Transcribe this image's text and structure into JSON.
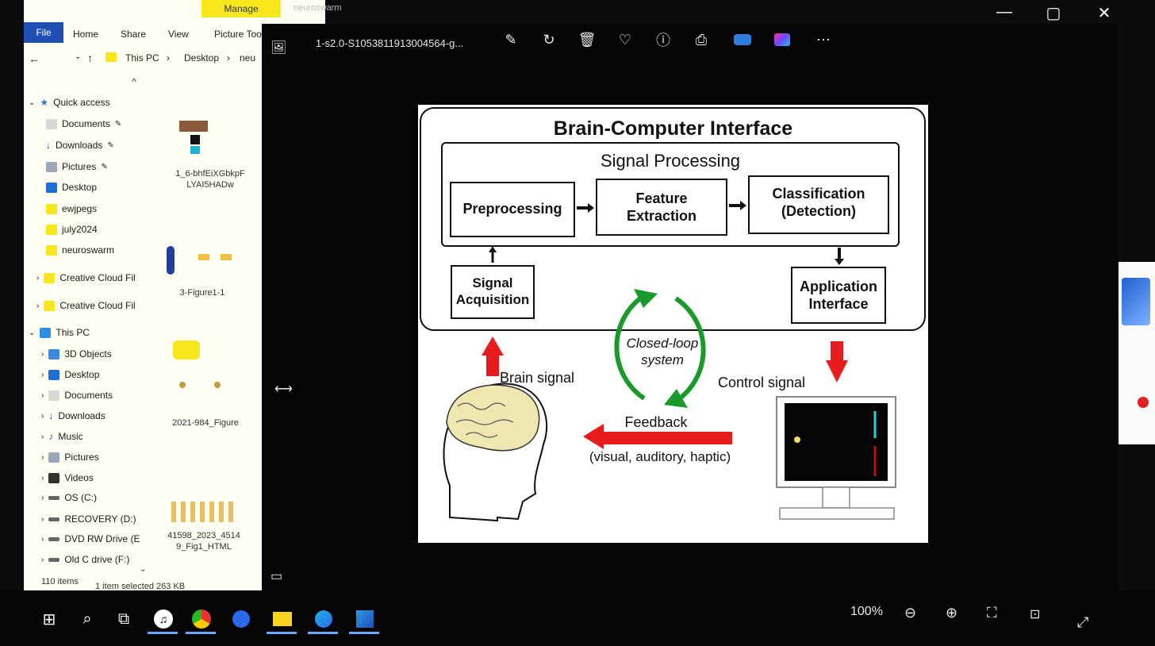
{
  "explorer": {
    "tabs": {
      "file": "File",
      "home": "Home",
      "share": "Share",
      "view": "View",
      "picture_tools": "Picture Tools",
      "manage": "Manage",
      "title_faint": "neuroswarm"
    },
    "address": {
      "this_pc": "This PC",
      "desktop": "Desktop",
      "folder": "neu"
    },
    "nav": {
      "quick_access": "Quick access",
      "documents": "Documents",
      "downloads": "Downloads",
      "pictures": "Pictures",
      "desktop": "Desktop",
      "ewjpegs": "ewjpegs",
      "july2024": "july2024",
      "neuroswarm": "neuroswarm",
      "creative_cloud_1": "Creative Cloud Fil",
      "creative_cloud_2": "Creative Cloud Fil",
      "this_pc": "This PC",
      "objects3d": "3D Objects",
      "desktop2": "Desktop",
      "documents2": "Documents",
      "downloads2": "Downloads",
      "music": "Music",
      "pictures2": "Pictures",
      "videos": "Videos",
      "os_c": "OS (C:)",
      "recovery_d": "RECOVERY (D:)",
      "dvd": "DVD RW Drive (E",
      "old_c": "Old C drive (F:)"
    },
    "files": [
      {
        "label": "1_6-bhfEiXGbkpF LYAI5HADw"
      },
      {
        "label": "3-Figure1-1"
      },
      {
        "label": "2021-984_Figure"
      },
      {
        "label": "41598_2023_4514 9_Fig1_HTML"
      }
    ],
    "status": {
      "items": "110 items",
      "selected": "1 item selected  263 KB"
    }
  },
  "viewer": {
    "filename": "1-s2.0-S1053811913004564-g...",
    "zoom": "100%"
  },
  "figure": {
    "title": "Brain-Computer Interface",
    "signal_processing": "Signal Processing",
    "preprocessing": "Preprocessing",
    "feature_1": "Feature",
    "feature_2": "Extraction",
    "classification_1": "Classification",
    "classification_2": "(Detection)",
    "signal_1": "Signal",
    "signal_2": "Acquisition",
    "application_1": "Application",
    "application_2": "Interface",
    "closed_loop_1": "Closed-loop",
    "closed_loop_2": "system",
    "brain_signal": "Brain signal",
    "control_signal": "Control signal",
    "feedback": "Feedback",
    "feedback_types": "(visual, auditory, haptic)"
  },
  "colors": {
    "arrow_red": "#e81c1c",
    "loop_green": "#1a9a2a",
    "highlight": "#f8e71c"
  }
}
